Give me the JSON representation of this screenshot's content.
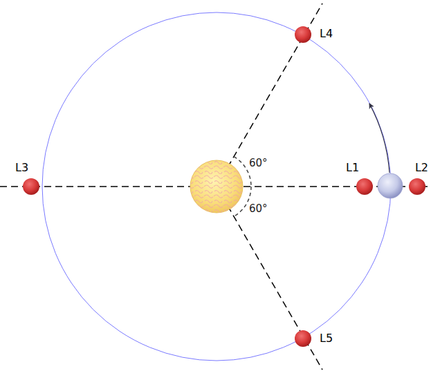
{
  "diagram": {
    "labels": [
      "L4",
      "L3",
      "L1",
      "L2",
      "60°",
      "60°",
      "L5"
    ]
  }
}
